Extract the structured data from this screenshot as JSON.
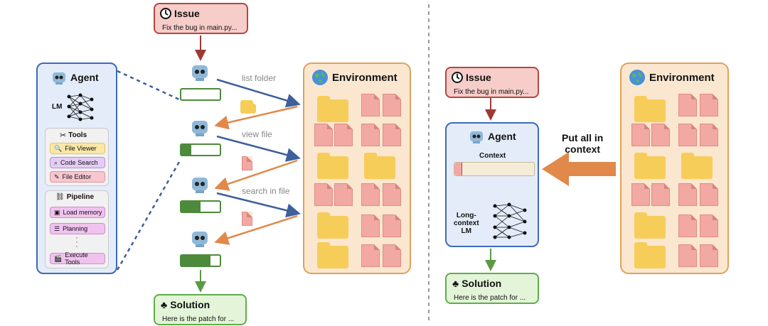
{
  "left": {
    "issue": {
      "title": "Issue",
      "text": "Fix the bug in main.py..."
    },
    "agent": {
      "title": "Agent",
      "lm_label": "LM",
      "tools": {
        "title": "Tools",
        "items": [
          "File Viewer",
          "Code Search",
          "File Editor"
        ]
      },
      "pipeline": {
        "title": "Pipeline",
        "items": [
          "Load memory",
          "Planning",
          "Execute Tools"
        ]
      }
    },
    "steps": [
      "list folder",
      "view file",
      "search in file"
    ],
    "progress": [
      0.0,
      0.25,
      0.5,
      0.75
    ],
    "environment": {
      "title": "Environment"
    },
    "solution": {
      "title": "Solution",
      "text": "Here is the patch for ..."
    }
  },
  "right": {
    "issue": {
      "title": "Issue",
      "text": "Fix the bug in main.py..."
    },
    "agent": {
      "title": "Agent",
      "context_label": "Context",
      "lm_label": "Long-\ncontext\nLM"
    },
    "put_all": "Put all in\ncontext",
    "environment": {
      "title": "Environment"
    },
    "solution": {
      "title": "Solution",
      "text": "Here is the patch for ..."
    }
  },
  "colors": {
    "issue": "#f6cdc9",
    "solution": "#e3f4d8",
    "environment": "#fbe7cf",
    "agent": "#e4ecfa",
    "arrow_blue": "#3d5f9c",
    "arrow_orange": "#e0894a"
  }
}
